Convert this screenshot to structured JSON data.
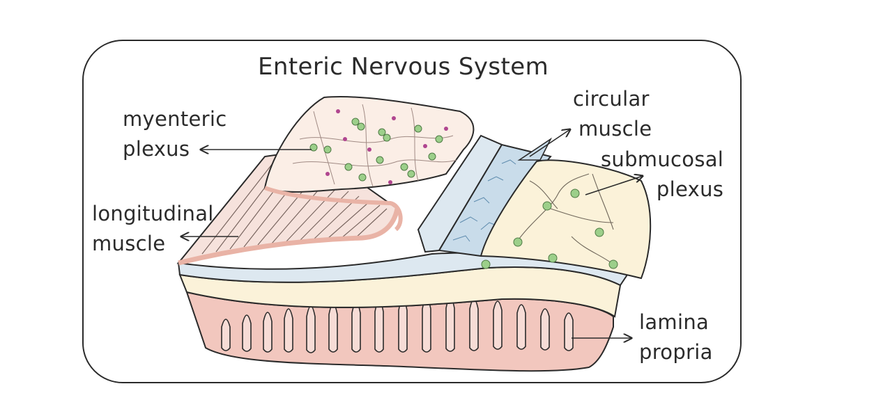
{
  "title": "Enteric Nervous System",
  "labels": {
    "myenteric_plexus": [
      "myenteric",
      "plexus"
    ],
    "longitudinal_muscle": [
      "longitudinal",
      "muscle"
    ],
    "circular_muscle": [
      "circular",
      "muscle"
    ],
    "submucosal_plexus": [
      "submucosal",
      "plexus"
    ],
    "lamina_propria": [
      "lamina",
      "propria"
    ]
  },
  "colors": {
    "longitudinal_muscle": "#f6e2dc",
    "myenteric_layer": "#fbeee6",
    "circular_muscle": "#dde8f0",
    "circular_muscle_cut": "#c9dcea",
    "submucosa": "#fbf2d9",
    "mucosa": "#f2c7be",
    "ganglion": "#9ccf8a",
    "neuron_dot": "#b0458f",
    "outline": "#2a2a2a"
  }
}
